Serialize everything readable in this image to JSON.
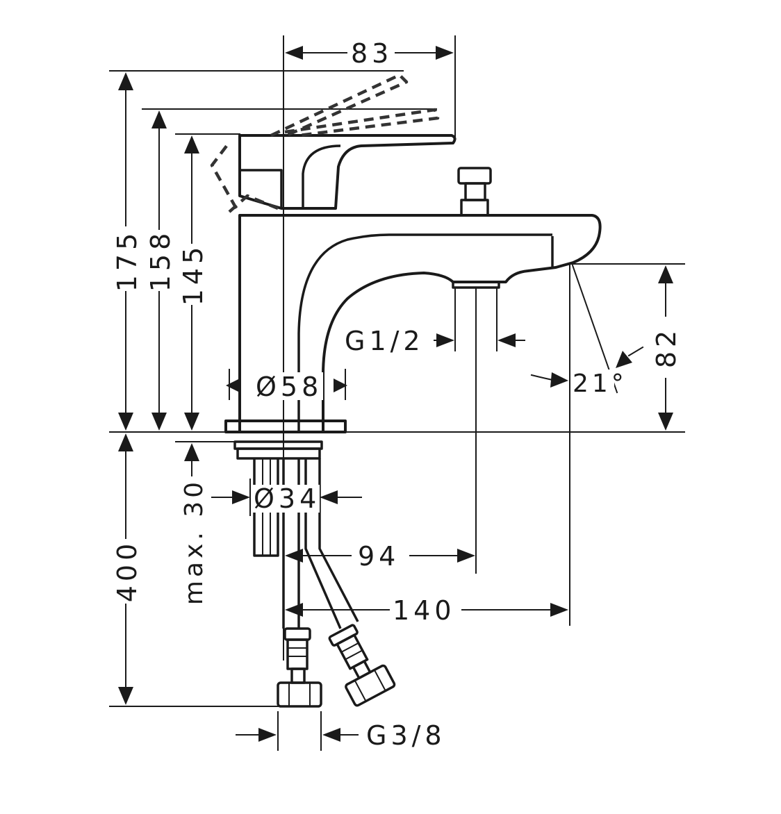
{
  "dimensions": {
    "width_top": "83",
    "height_total_raised": "175",
    "height_mid_raised": "158",
    "height_lever": "145",
    "body_diameter": "Ø58",
    "inlet_thread": "G1/2",
    "spout_height": "82",
    "spout_angle": "21°",
    "shank_diameter": "Ø34",
    "max_deck_thickness": "max. 30",
    "hose_length": "400",
    "spout_reach_inlet": "94",
    "spout_reach": "140",
    "hose_thread": "G3/8"
  }
}
